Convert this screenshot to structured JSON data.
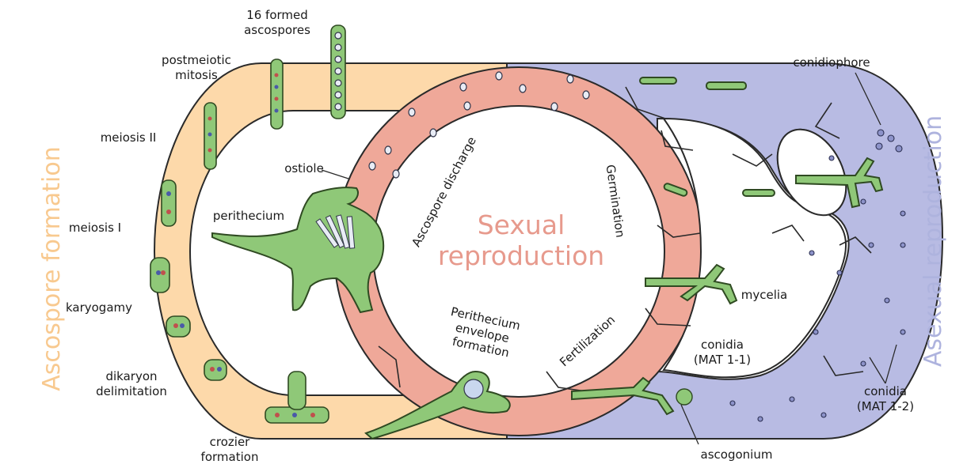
{
  "title_left": "Ascospore formation",
  "title_right": "Asexual reproduction",
  "center_title": [
    "Sexual",
    "reproduction"
  ],
  "ring_labels": {
    "discharge": "Ascospore discharge",
    "germination": "Germination",
    "fertilization": "Fertilization",
    "perithecium_envelope": [
      "Perithecium",
      "envelope",
      "formation"
    ]
  },
  "stage_labels": {
    "formed_ascospores": [
      "16 formed",
      "ascospores"
    ],
    "postmeiotic_mitosis": [
      "postmeiotic",
      "mitosis"
    ],
    "meiosis_2": "meiosis II",
    "meiosis_1": "meiosis I",
    "karyogamy": "karyogamy",
    "dikaryon": [
      "dikaryon",
      "delimitation"
    ],
    "crozier": [
      "crozier",
      "formation"
    ]
  },
  "structure_labels": {
    "ostiole": "ostiole",
    "perithecium": "perithecium",
    "conidiophore": "conidiophore",
    "mycelia": "mycelia",
    "conidia_mat11": [
      "conidia",
      "(MAT 1-1)"
    ],
    "conidia_mat12": [
      "conidia",
      "(MAT 1-2)"
    ],
    "ascogonium": "ascogonium"
  },
  "colors": {
    "orange_ring": "#fdd9aa",
    "salmon_ring": "#efa899",
    "blue_ring": "#b8bbe3",
    "hypha_green": "#8fc878",
    "outline": "#2a2a2a"
  }
}
